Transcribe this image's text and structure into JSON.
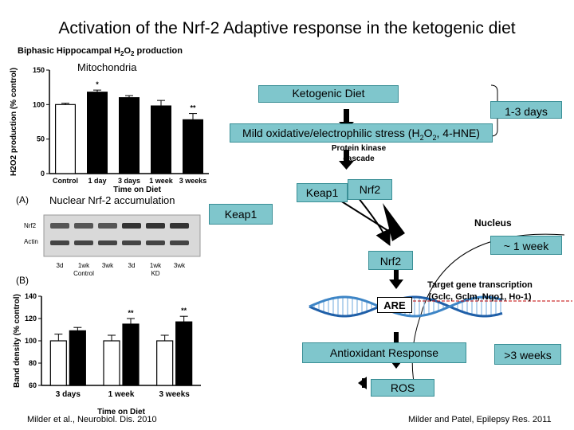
{
  "title": "Activation of the Nrf-2 Adaptive response in the ketogenic diet",
  "left_panel": {
    "header": "Biphasic  Hippocampal H",
    "header_sub": "2",
    "header_o": "O",
    "header_sub2": "2",
    "header_end": " production",
    "mito_label": "Mitochondria",
    "nuclear_label": "Nuclear Nrf-2 accumulation",
    "panel_a": "(A)",
    "panel_b": "(B)",
    "blot_rows": [
      "Nrf2",
      "Actin"
    ],
    "blot_lanes": [
      "3d",
      "1wk",
      "3wk",
      "3d",
      "1wk",
      "3wk"
    ],
    "blot_groups": [
      "Control",
      "KD"
    ],
    "citation": "Milder et al., Neurobiol. Dis. 2010"
  },
  "chart_data": [
    {
      "type": "bar",
      "title": "",
      "ylabel": "H2O2 production (% control)",
      "xlabel": "Time on Diet",
      "categories": [
        "Control",
        "1 day",
        "3 days",
        "1 week",
        "3 weeks"
      ],
      "values": [
        100,
        118,
        110,
        98,
        78
      ],
      "errors": [
        2,
        3,
        3,
        8,
        9
      ],
      "markers": [
        "",
        "*",
        "",
        "",
        "**"
      ],
      "ylim": [
        0,
        150
      ],
      "yticks": [
        0,
        50,
        100,
        150
      ],
      "colors": [
        "#ffffff",
        "#000000",
        "#000000",
        "#000000",
        "#000000"
      ]
    },
    {
      "type": "bar",
      "title": "",
      "ylabel": "Band density (% control)",
      "xlabel": "Time on Diet",
      "categories": [
        "3 days",
        "1 week",
        "3 weeks"
      ],
      "series": [
        {
          "values": [
            100,
            100,
            100
          ],
          "errors": [
            6,
            5,
            5
          ],
          "color": "#ffffff"
        },
        {
          "values": [
            109,
            115,
            117
          ],
          "errors": [
            3,
            5,
            5
          ],
          "color": "#000000"
        }
      ],
      "markers": [
        "",
        "**",
        "**"
      ],
      "ylim": [
        60,
        140
      ],
      "yticks": [
        60,
        80,
        100,
        120,
        140
      ]
    }
  ],
  "diagram": {
    "ketogenic_diet": "Ketogenic Diet",
    "days_1_3": "1-3 days",
    "stress": "Mild oxidative/electrophilic stress (H",
    "stress_sub1": "2",
    "stress_o": "O",
    "stress_sub2": "2",
    "stress_end": ", 4-HNE)",
    "protein_kinase": "Protein kinase",
    "cascade": "cascade",
    "keap1_a": "Keap1",
    "nrf2_a": "Nrf2",
    "keap1_b": "Keap1",
    "nucleus": "Nucleus",
    "week_1": "~ 1 week",
    "nrf2_b": "Nrf2",
    "target_line1": "Target gene transcription",
    "target_line2": "(Gclc, Gclm, Nqo1, Ho-1)",
    "are": "ARE",
    "antioxidant": "Antioxidant Response",
    "weeks_3": ">3 weeks",
    "ros": "ROS",
    "citation": "Milder and Patel, Epilepsy Res. 2011"
  }
}
